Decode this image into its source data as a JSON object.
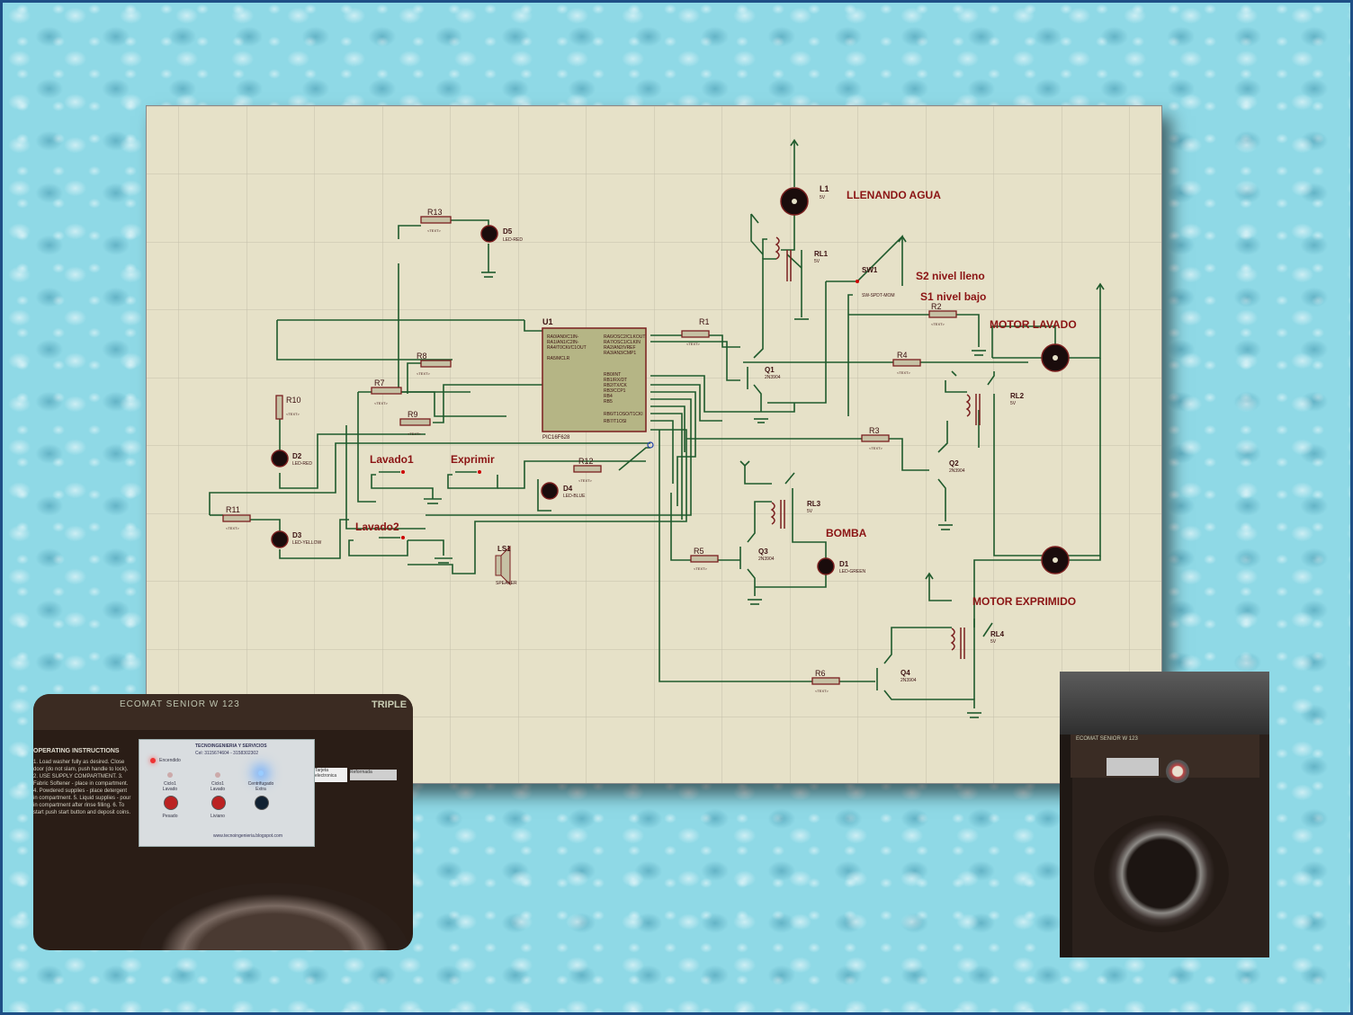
{
  "schematic": {
    "annotations": {
      "llenando_agua": "LLENANDO AGUA",
      "s2": "S2 nivel lleno",
      "s1": "S1 nivel bajo",
      "motor_lavado": "MOTOR LAVADO",
      "bomba": "BOMBA",
      "motor_exprimido": "MOTOR EXPRIMIDO",
      "lavado1": "Lavado1",
      "exprimir": "Exprimir",
      "lavado2": "Lavado2"
    },
    "components": {
      "u1": "U1",
      "u1_part": "PIC16F628",
      "r1": "R1",
      "r2": "R2",
      "r3": "R3",
      "r4": "R4",
      "r5": "R5",
      "r6": "R6",
      "r7": "R7",
      "r8": "R8",
      "r9": "R9",
      "r10": "R10",
      "r11": "R11",
      "r12": "R12",
      "r13": "R13",
      "q1": "Q1",
      "q2": "Q2",
      "q3": "Q3",
      "q4": "Q4",
      "q_part": "2N3904",
      "rl1": "RL1",
      "rl2": "RL2",
      "rl3": "RL3",
      "rl4": "RL4",
      "rl_val": "5V",
      "l1": "L1",
      "sw1": "SW1",
      "sw1_part": "SW-SPDT-MOM",
      "ls1": "LS1",
      "ls1_part": "SPEAKER",
      "d1": "D1",
      "d1_part": "LED-GREEN",
      "d2": "D2",
      "d2_part": "LED-RED",
      "d3": "D3",
      "d3_part": "LED-YELLOW",
      "d4": "D4",
      "d4_part": "LED-BLUE",
      "d5": "D5",
      "d5_part": "LED-RED",
      "text_tag": "<TEXT>"
    },
    "u1_pins_left": [
      "RA0/AN0/C1IN-",
      "RA1/AN1/C2IN-",
      "RA4/T0CKI/C1OUT",
      "RA5/MCLR"
    ],
    "u1_pins_right": [
      "RA6/OSC2/CLKOUT",
      "RA7/OSC1/CLKIN",
      "RA2/AN2/VREF",
      "RA3/AN3/CMP1",
      "RB0/INT",
      "RB1/RX/DT",
      "RB2/TX/CK",
      "RB3/CCP1",
      "RB4",
      "RB5",
      "RB6/T1OSO/T1CKI",
      "RB7/T1OSI"
    ]
  },
  "photo_left": {
    "brand": "ECOMAT SENIOR W 123",
    "triple": "TRIPLE",
    "instructions_title": "OPERATING INSTRUCTIONS",
    "instructions": "1. Load washer fully as desired. Close door (do not slam, push handle to lock). 2. USE SUPPLY COMPARTMENT. 3. Fabric Softener - place in compartment. 4. Powdered supplies - place detergent in compartment. 5. Liquid supplies - pour in compartment after rinse filling. 6. To start push start button and deposit coins.",
    "company": "TECNOINGENIERIA Y SERVICIOS",
    "phone": "Cel: 3115674604 - 3158302302",
    "led_label": "Encendido",
    "btn1_top": "Ciclo1",
    "btn1_mid": "Lavado",
    "btn1_bottom": "Pesado",
    "btn2_top": "Ciclo1",
    "btn2_mid": "Lavado",
    "btn2_bottom": "Liviano",
    "btn3_top": "Centrifugado",
    "btn3_mid": "Extra",
    "website": "www.tecnoingenieria.blogspot.com",
    "tag": "Tarjeta electronica",
    "tag2": "Reformada"
  },
  "photo_right": {
    "brand": "ECOMAT SENIOR W 123"
  }
}
